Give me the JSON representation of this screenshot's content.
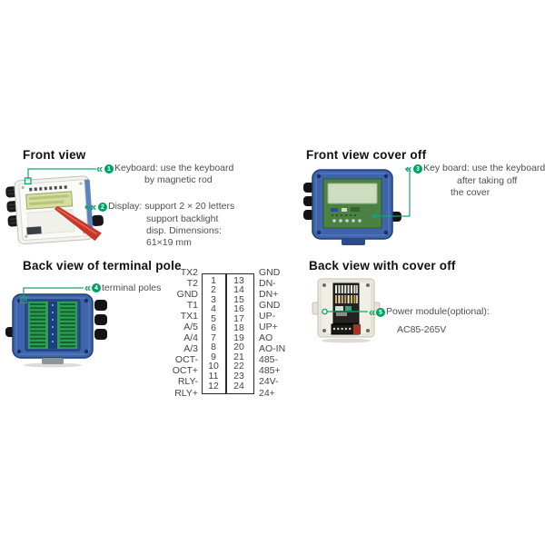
{
  "palette": {
    "annotation_green": "#1aa173",
    "badge_green": "#00a05e",
    "device_blue": "#3e64ab",
    "pcb_green": "#4c8144",
    "text_gray": "#4e4e4e"
  },
  "guillemet": "«",
  "sections": {
    "front_view": {
      "title": "Front view",
      "ann_keyboard": {
        "num": "1",
        "line1": "Keyboard: use the keyboard",
        "line2": "by magnetic rod"
      },
      "ann_display": {
        "num": "2",
        "line1": "Display: support 2 × 20 letters",
        "line2": "support backlight",
        "line3": "disp. Dimensions:",
        "line4": "61×19 mm"
      }
    },
    "front_view_cover_off": {
      "title": "Front view cover off",
      "ann_keyboard": {
        "num": "3",
        "line1": "Key board: use the keyboard",
        "line2": "after taking off",
        "line3": "the cover"
      }
    },
    "back_view_terminal": {
      "title": "Back view of terminal pole",
      "ann_terminal": {
        "num": "4",
        "label": "terminal poles"
      }
    },
    "back_view_cover_off": {
      "title": "Back view with cover off",
      "ann_power": {
        "num": "5",
        "line1": "Power module(optional):",
        "line2": "AC85-265V"
      }
    }
  },
  "terminal_table": {
    "rows": [
      {
        "left_label": "TX2",
        "left_num": "1",
        "right_num": "13",
        "right_label": "GND"
      },
      {
        "left_label": "T2",
        "left_num": "2",
        "right_num": "14",
        "right_label": "DN-"
      },
      {
        "left_label": "GND",
        "left_num": "3",
        "right_num": "15",
        "right_label": "DN+"
      },
      {
        "left_label": "T1",
        "left_num": "4",
        "right_num": "16",
        "right_label": "GND"
      },
      {
        "left_label": "TX1",
        "left_num": "5",
        "right_num": "17",
        "right_label": "UP-"
      },
      {
        "left_label": "A/5",
        "left_num": "6",
        "right_num": "18",
        "right_label": "UP+"
      },
      {
        "left_label": "A/4",
        "left_num": "7",
        "right_num": "19",
        "right_label": "AO"
      },
      {
        "left_label": "A/3",
        "left_num": "8",
        "right_num": "20",
        "right_label": "AO-IN"
      },
      {
        "left_label": "OCT-",
        "left_num": "9",
        "right_num": "21",
        "right_label": "485-"
      },
      {
        "left_label": "OCT+",
        "left_num": "10",
        "right_num": "22",
        "right_label": "485+"
      },
      {
        "left_label": "RLY-",
        "left_num": "11",
        "right_num": "23",
        "right_label": "24V-"
      },
      {
        "left_label": "RLY+",
        "left_num": "12",
        "right_num": "24",
        "right_label": "24+"
      }
    ]
  }
}
